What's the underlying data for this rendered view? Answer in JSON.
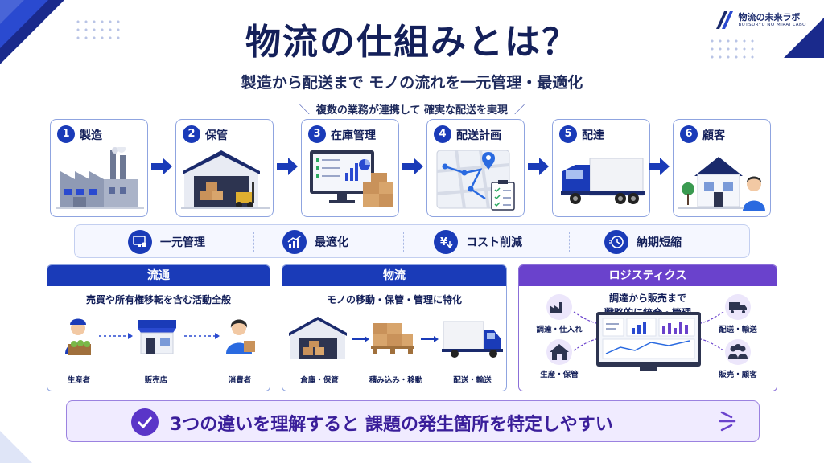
{
  "brand": {
    "name": "物流の未来ラボ",
    "sub": "BUTSURYU NO MIRAI LABO"
  },
  "title": "物流の仕組みとは？",
  "subtitle": "製造から配送まで モノの流れを一元管理・最適化",
  "tagline": "複数の業務が連携して 確実な配送を実現",
  "steps": [
    {
      "num": "1",
      "label": "製造",
      "icon": "factory-icon"
    },
    {
      "num": "2",
      "label": "保管",
      "icon": "warehouse-icon"
    },
    {
      "num": "3",
      "label": "在庫管理",
      "icon": "inventory-monitor-icon"
    },
    {
      "num": "4",
      "label": "配送計画",
      "icon": "route-map-icon"
    },
    {
      "num": "5",
      "label": "配達",
      "icon": "delivery-truck-icon"
    },
    {
      "num": "6",
      "label": "顧客",
      "icon": "customer-house-icon"
    }
  ],
  "benefits": [
    {
      "label": "一元管理",
      "icon": "monitor-database-icon"
    },
    {
      "label": "最適化",
      "icon": "chart-up-icon"
    },
    {
      "label": "コスト削減",
      "icon": "yen-down-icon"
    },
    {
      "label": "納期短縮",
      "icon": "clock-icon"
    }
  ],
  "panels": {
    "ryutsu": {
      "title": "流通",
      "desc": "売買や所有権移転を含む活動全般",
      "items": [
        "生産者",
        "販売店",
        "消費者"
      ]
    },
    "butsuryu": {
      "title": "物流",
      "desc": "モノの移動・保管・管理に特化",
      "items": [
        "倉庫・保管",
        "積み込み・移動",
        "配送・輸送"
      ]
    },
    "logistics": {
      "title": "ロジスティクス",
      "desc_line1": "調達から販売まで",
      "desc_line2": "戦略的に統合・管理",
      "items": [
        "調達・仕入れ",
        "生産・保管",
        "配送・輸送",
        "販売・顧客"
      ]
    }
  },
  "conclusion": "3つの違いを理解すると 課題の発生箇所を特定しやすい",
  "colors": {
    "primary": "#1a3bb8",
    "navy": "#14205a",
    "purple": "#6a42cc",
    "brown": "#c9925a"
  }
}
